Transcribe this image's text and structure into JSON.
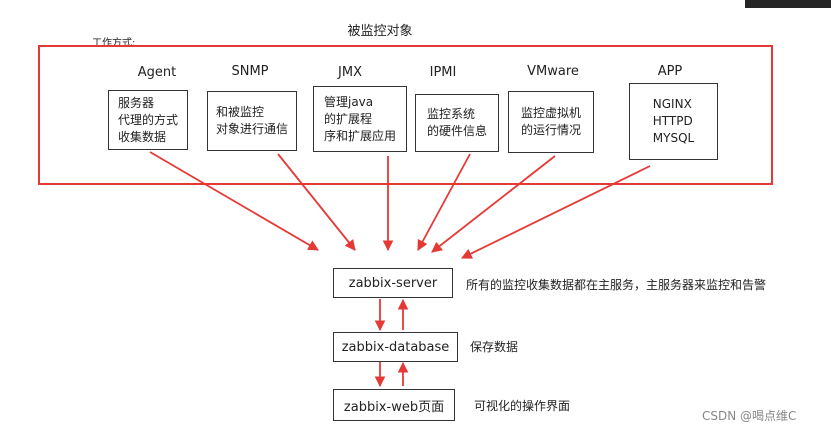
{
  "title": "被监控对象",
  "mode_label": "工作方式:",
  "columns": [
    {
      "name": "Agent",
      "box": "服务器\n代理的方式\n收集数据"
    },
    {
      "name": "SNMP",
      "box": "和被监控\n对象进行通信"
    },
    {
      "name": "JMX",
      "box": "管理java\n的扩展程\n序和扩展应用"
    },
    {
      "name": "IPMI",
      "box": "监控系统\n的硬件信息"
    },
    {
      "name": "VMware",
      "box": "监控虚拟机\n的运行情况"
    },
    {
      "name": "APP",
      "box": "NGINX\nHTTPD\nMYSQL"
    }
  ],
  "nodes": {
    "server": "zabbix-server",
    "database": "zabbix-database",
    "web": "zabbix-web页面"
  },
  "notes": {
    "server": "所有的监控收集数据都在主服务，主服务器来监控和告警",
    "database": "保存数据",
    "web": "可视化的操作界面"
  },
  "watermark": "CSDN @喝点维C",
  "colors": {
    "frame": "#e53935",
    "arrow": "#e53935",
    "box_border": "#333333"
  }
}
